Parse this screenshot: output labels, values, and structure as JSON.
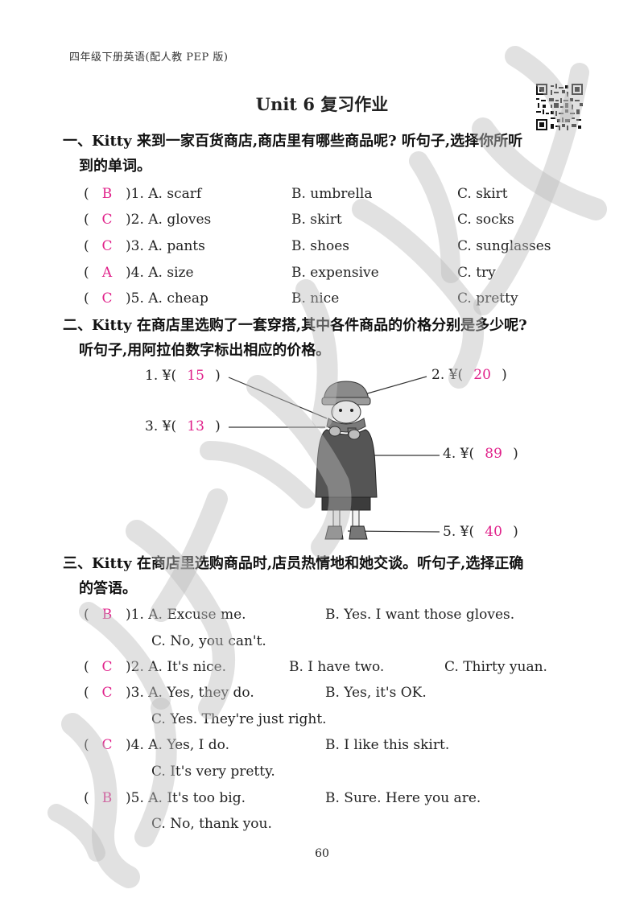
{
  "header": "四年级下册英语(配人教 PEP 版)",
  "title": "Unit 6 复习作业",
  "page_number": "60",
  "accent_color": "#e0218a",
  "section1": {
    "line1": "一、Kitty 来到一家百货商店,商店里有哪些商品呢? 听句子,选择你所听",
    "line2": "到的单词。",
    "items": [
      {
        "answer": "B",
        "num": ")1. A. scarf",
        "b": "B. umbrella",
        "c": "C. skirt"
      },
      {
        "answer": "C",
        "num": ")2. A. gloves",
        "b": "B. skirt",
        "c": "C. socks"
      },
      {
        "answer": "C",
        "num": ")3. A. pants",
        "b": "B. shoes",
        "c": "C. sunglasses"
      },
      {
        "answer": "A",
        "num": ")4. A. size",
        "b": "B. expensive",
        "c": "C. try"
      },
      {
        "answer": "C",
        "num": ")5. A. cheap",
        "b": "B. nice",
        "c": "C. pretty"
      }
    ]
  },
  "section2": {
    "line1": "二、Kitty 在商店里选购了一套穿搭,其中各件商品的价格分别是多少呢?",
    "line2": "听句子,用阿拉伯数字标出相应的价格。",
    "prices": [
      {
        "label": "1. ¥(",
        "value": "15",
        "close": ")"
      },
      {
        "label": "2. ¥(",
        "value": "20",
        "close": ")"
      },
      {
        "label": "3. ¥(",
        "value": "13",
        "close": ")"
      },
      {
        "label": "4. ¥(",
        "value": "89",
        "close": ")"
      },
      {
        "label": "5. ¥(",
        "value": "40",
        "close": ")"
      }
    ]
  },
  "section3": {
    "line1": "三、Kitty 在商店里选购商品时,店员热情地和她交谈。听句子,选择正确",
    "line2": "的答语。",
    "items": [
      {
        "answer": "B",
        "a": ")1. A. Excuse me.",
        "b": "B. Yes. I want those gloves.",
        "c": "C. No, you can't."
      },
      {
        "answer": "C",
        "a": ")2. A. It's nice.",
        "b": "B. I have two.",
        "c": "C. Thirty yuan."
      },
      {
        "answer": "C",
        "a": ")3. A. Yes, they do.",
        "b": "B. Yes, it's OK.",
        "c": "C. Yes. They're just right."
      },
      {
        "answer": "C",
        "a": ")4. A. Yes, I do.",
        "b": "B. I like this skirt.",
        "c": "C. It's very pretty."
      },
      {
        "answer": "B",
        "a": ")5. A. It's too big.",
        "b": "B. Sure. Here you are.",
        "c": "C. No, thank you."
      }
    ]
  },
  "icons": [
    "qr-code-icon",
    "girl-in-winter-clothes-illustration"
  ]
}
